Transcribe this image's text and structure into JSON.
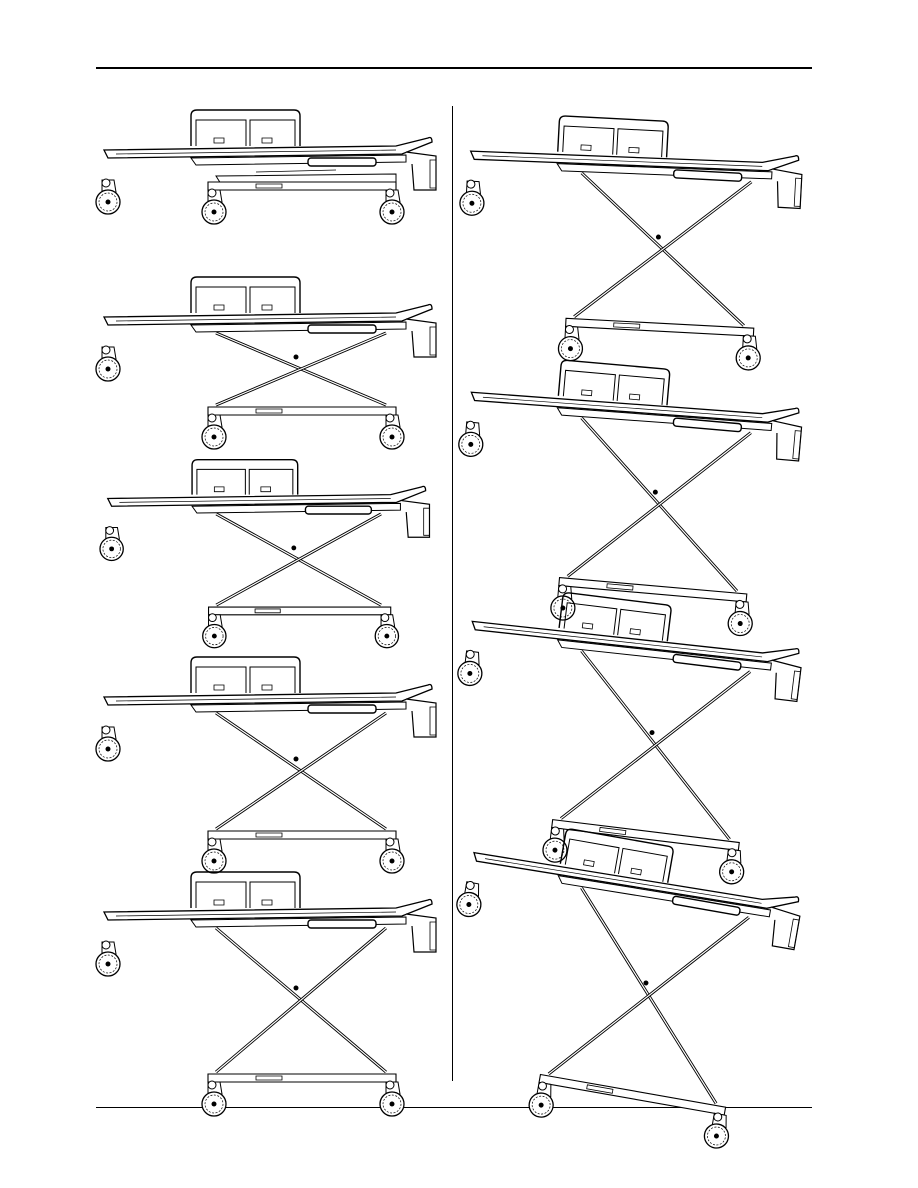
{
  "page": {
    "figures": [
      {
        "id": "fig-1",
        "column": "left",
        "position": "lowest"
      },
      {
        "id": "fig-2",
        "column": "left",
        "position": "level-2"
      },
      {
        "id": "fig-3",
        "column": "left",
        "position": "level-3"
      },
      {
        "id": "fig-4",
        "column": "left",
        "position": "level-4"
      },
      {
        "id": "fig-5",
        "column": "left",
        "position": "level-5"
      },
      {
        "id": "fig-6",
        "column": "right",
        "position": "level-6"
      },
      {
        "id": "fig-7",
        "column": "right",
        "position": "level-7"
      },
      {
        "id": "fig-8",
        "column": "right",
        "position": "level-8"
      },
      {
        "id": "fig-9",
        "column": "right",
        "position": "highest"
      }
    ]
  },
  "colors": {
    "line": "#000000",
    "paper": "#ffffff"
  }
}
